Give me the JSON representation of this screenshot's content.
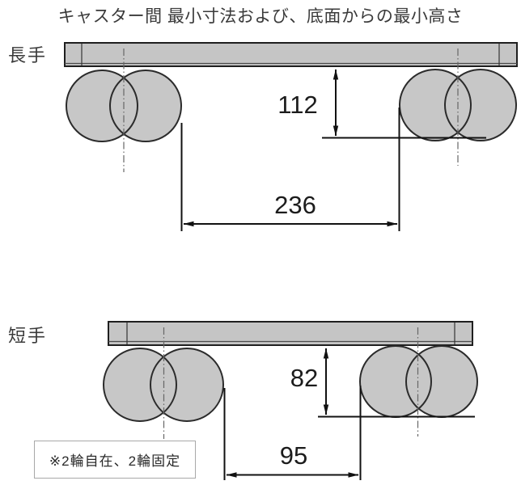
{
  "title": "キャスター間 最小寸法および、底面からの最小高さ",
  "diagrams": [
    {
      "label": "長手",
      "height_dim": "112",
      "span_dim": "236"
    },
    {
      "label": "短手",
      "height_dim": "82",
      "span_dim": "95"
    }
  ],
  "note": "※2輪自在、2輪固定",
  "colors": {
    "bar_fill": "#c5c5c5",
    "caster_fill": "#c7c7c7",
    "outline": "#222222",
    "dim_line": "#111111",
    "centerline": "#666666"
  }
}
